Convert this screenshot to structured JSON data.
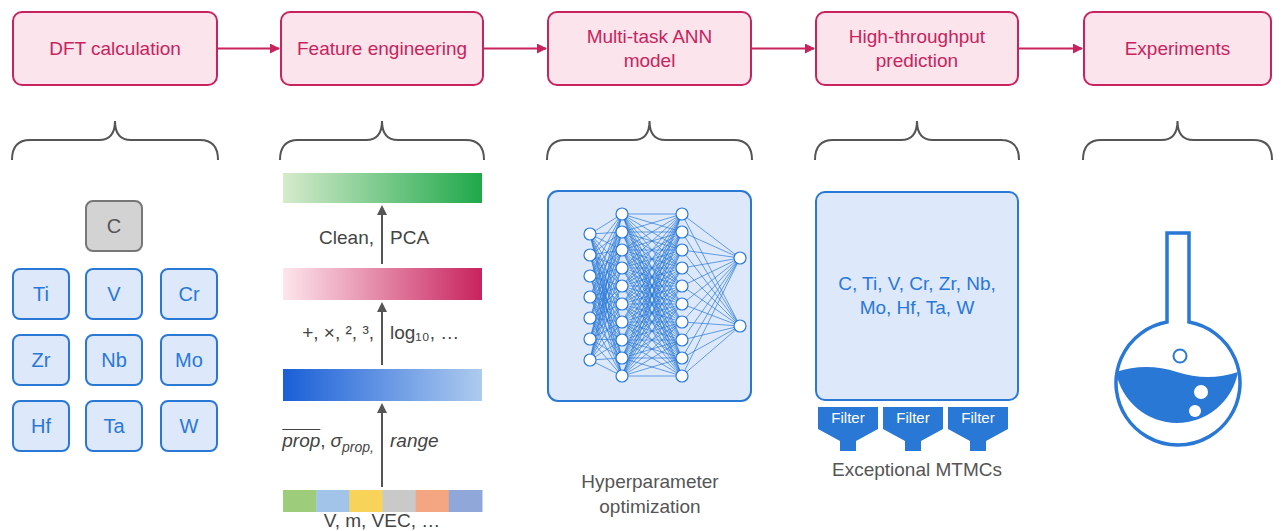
{
  "diagram": {
    "nodes": [
      {
        "text": [
          "DFT calculation"
        ]
      },
      {
        "text": [
          "Feature engineering"
        ]
      },
      {
        "text": [
          "Multi-task ANN model"
        ]
      },
      {
        "text": [
          "High-throughput prediction"
        ]
      },
      {
        "text": [
          "Experiments"
        ]
      },
      {
        "text": [
          "C"
        ]
      },
      {
        "text": [
          "Ti"
        ]
      },
      {
        "text": [
          "V"
        ]
      },
      {
        "text": [
          "Cr"
        ]
      },
      {
        "text": [
          "Zr"
        ]
      },
      {
        "text": [
          "Nb"
        ]
      },
      {
        "text": [
          "Mo"
        ]
      },
      {
        "text": [
          "Hf"
        ]
      },
      {
        "text": [
          "Ta"
        ]
      },
      {
        "text": [
          "W"
        ]
      },
      {
        "text": [
          "C, Ti, V, Cr, Zr, Nb, Mo, Hf, Ta, W"
        ]
      },
      {
        "text": [
          "Filter"
        ]
      },
      {
        "text": [
          "Filter"
        ]
      },
      {
        "text": [
          "Filter"
        ]
      }
    ],
    "edges": [
      {
        "from": 0,
        "to": 1,
        "arrow": "to"
      },
      {
        "from": 1,
        "to": 2,
        "arrow": "to"
      },
      {
        "from": 2,
        "to": 3,
        "arrow": "to"
      },
      {
        "from": 3,
        "to": 4,
        "arrow": "to"
      }
    ],
    "labels": [
      "Clean,",
      "PCA",
      "+, ×, ², ³,",
      "log₁₀, …",
      "prop",
      ",",
      "σ",
      "prop,",
      "range",
      "V, m, VEC, …",
      "Hyperparameter optimization",
      "Exceptional MTMCs"
    ]
  }
}
